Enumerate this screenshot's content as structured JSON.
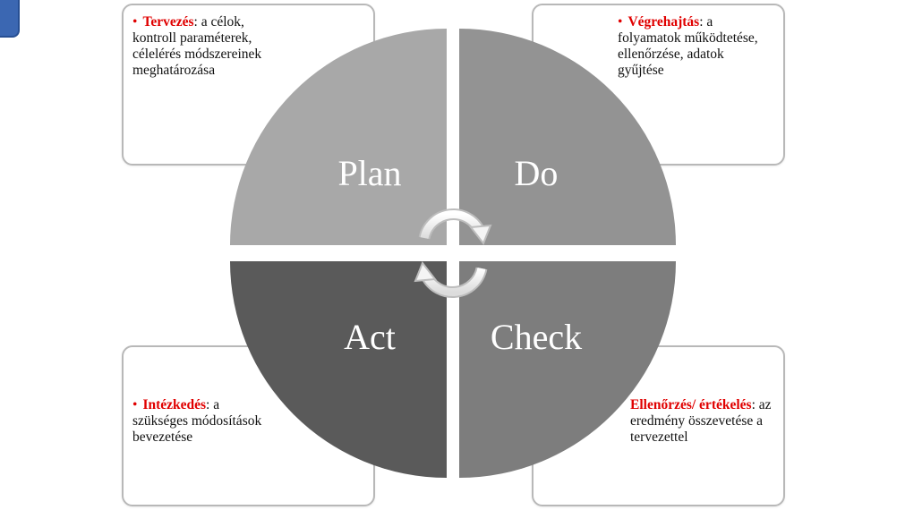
{
  "colors": {
    "plan": "#a8a8a8",
    "do": "#939393",
    "act": "#5a5a5a",
    "check": "#7d7d7d",
    "keyword": "#e00000",
    "box_border": "#b8b8b8",
    "corner_tab": "#3b67b2"
  },
  "quadrants": {
    "plan": "Plan",
    "do": "Do",
    "act": "Act",
    "check": "Check"
  },
  "notes": {
    "plan": {
      "bullet": "•",
      "keyword": "Tervezés",
      "text": ": a célok, kontroll paraméterek, célelérés módszereinek meghatározása"
    },
    "do": {
      "bullet": "•",
      "keyword": "Végrehajtás",
      "text": ":  a folyamatok működtetése, ellenőrzése, adatok gyűjtése"
    },
    "act": {
      "bullet": "•",
      "keyword": "Intézkedés",
      "text": ": a szükséges módosítások bevezetése"
    },
    "check": {
      "keyword": "Ellenőrzés/ értékelés",
      "text": ": az eredmény összevetése a tervezettel"
    }
  },
  "icons": {
    "center": "circular-arrows-icon",
    "corner": "blue-tab-icon"
  }
}
